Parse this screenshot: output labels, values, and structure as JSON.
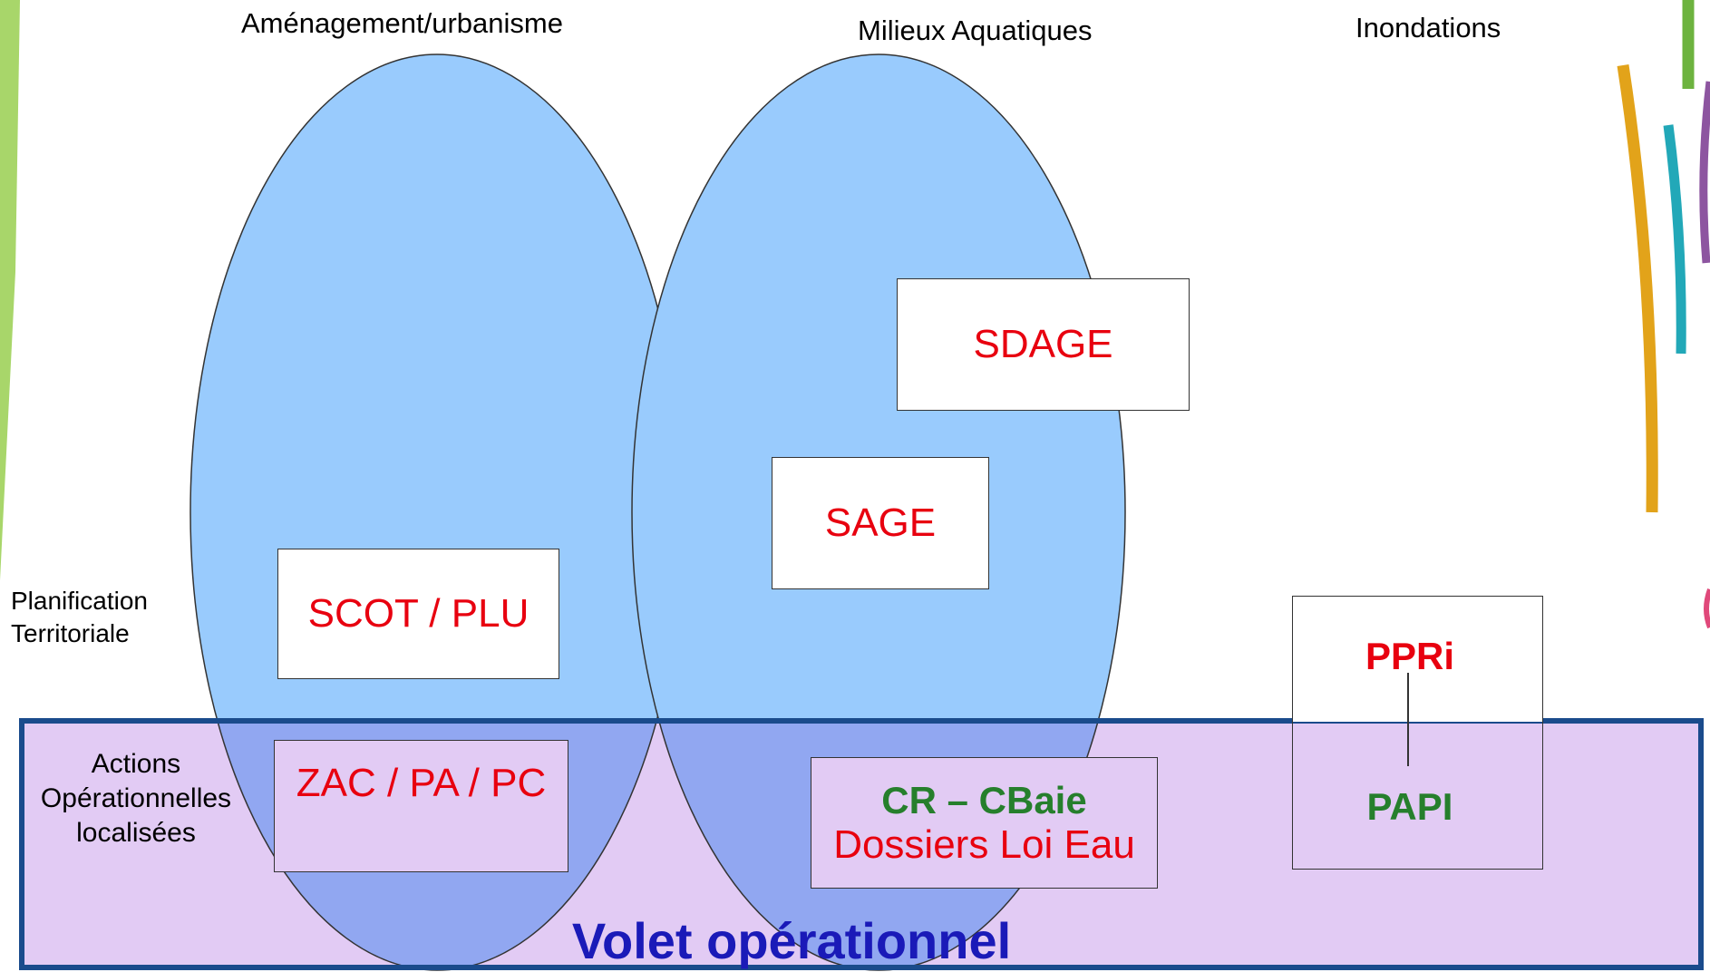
{
  "columns": {
    "amenagement": "Aménagement/urbanisme",
    "milieux": "Milieux Aquatiques",
    "inondations": "Inondations"
  },
  "rows": {
    "planification": [
      "Planification",
      "Territoriale"
    ],
    "actions": [
      "Actions",
      "Opérationnelles",
      "localisées"
    ]
  },
  "boxes": {
    "scot": "SCOT / PLU",
    "sdage": "SDAGE",
    "sage": "SAGE",
    "zac": "ZAC / PA / PC",
    "cr": "CR – CBaie",
    "dossiers": "Dossiers Loi Eau",
    "ppri": "PPRi",
    "papi": "PAPI"
  },
  "band_title": "Volet opérationnel",
  "colors": {
    "ellipse": "#99cbfd",
    "band": "#e2cbf4",
    "band_border": "#1a4b8c",
    "red_text": "#e8000f",
    "green_text": "#267f2c",
    "band_title": "#1a1ab8"
  }
}
